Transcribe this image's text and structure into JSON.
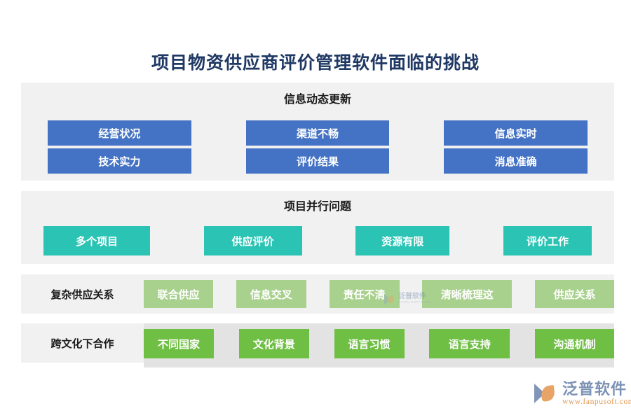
{
  "page": {
    "title": "项目物资供应商评价管理软件面临的挑战"
  },
  "sections": [
    {
      "id": "info-dynamic-update",
      "heading": "信息动态更新",
      "layout": "heading-grid",
      "color": "#4472C4",
      "items": [
        "经营状况",
        "渠道不畅",
        "信息实时",
        "技术实力",
        "评价结果",
        "消息准确"
      ]
    },
    {
      "id": "parallel-projects",
      "heading": "项目并行问题",
      "layout": "heading-row",
      "color": "#2BC4B4",
      "items": [
        "多个项目",
        "供应评价",
        "资源有限",
        "评价工作"
      ]
    },
    {
      "id": "complex-supply-relations",
      "heading": "复杂供应关系",
      "layout": "side-label-row",
      "color": "#A9D18E",
      "items": [
        "联合供应",
        "信息交叉",
        "责任不清",
        "清晰梳理这",
        "供应关系"
      ]
    },
    {
      "id": "cross-culture-cooperation",
      "heading": "跨文化下合作",
      "layout": "side-label-row",
      "color": "#70BF45",
      "items": [
        "不同国家",
        "文化背景",
        "语言习惯",
        "语言支持",
        "沟通机制"
      ]
    }
  ],
  "watermark": {
    "name_cn": "泛普软件",
    "name_en": "FANPU SOFTWARE"
  },
  "brand": {
    "name_cn": "泛普软件",
    "url": "www.fanpusoft.com"
  }
}
